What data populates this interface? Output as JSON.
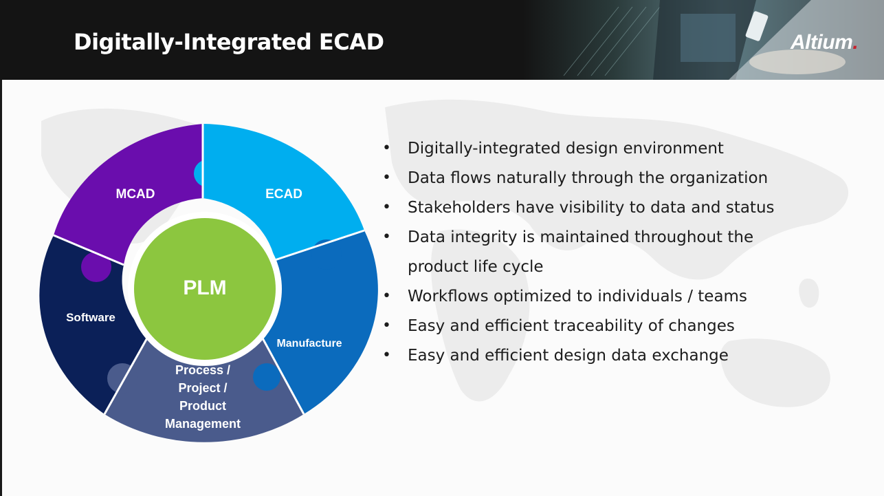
{
  "header": {
    "title": "Digitally-Integrated ECAD",
    "logo_text": "Altium",
    "logo_dot": ".",
    "background": "#141414"
  },
  "diagram": {
    "center": {
      "label": "PLM",
      "color": "#8cc63f"
    },
    "segments": [
      {
        "label": "MCAD",
        "color": "#6a0dad"
      },
      {
        "label": "ECAD",
        "color": "#00aeef"
      },
      {
        "label": "Manufacture",
        "color": "#0b6bbd"
      },
      {
        "label_lines": [
          "Process /",
          "Project /",
          "Product",
          "Management"
        ],
        "color": "#4a5b8c"
      },
      {
        "label": "Software",
        "color": "#0b2058"
      }
    ]
  },
  "bullets": [
    "Digitally-integrated design environment",
    "Data flows naturally through the organization",
    "Stakeholders have visibility to data and status",
    "Data integrity is maintained throughout the",
    "product life cycle",
    "Workflows optimized to individuals / teams",
    "Easy and efficient traceability of changes",
    "Easy and efficient design data exchange"
  ],
  "bullet_glyph": "•"
}
